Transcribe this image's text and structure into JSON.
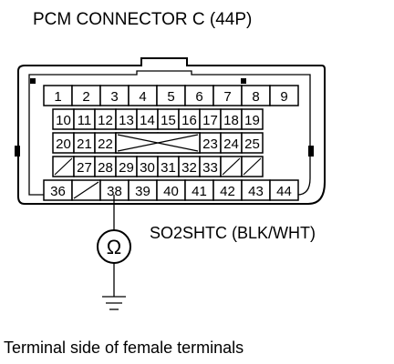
{
  "title": "PCM CONNECTOR C (44P)",
  "connector": {
    "rows": [
      [
        "1",
        "2",
        "3",
        "4",
        "5",
        "6",
        "7",
        "8",
        "9"
      ],
      [
        "10",
        "11",
        "12",
        "13",
        "14",
        "15",
        "16",
        "17",
        "18",
        "19"
      ],
      [
        "20",
        "21",
        "22",
        "",
        "",
        "",
        "",
        "23",
        "24",
        "25"
      ],
      [
        "",
        "27",
        "28",
        "29",
        "30",
        "31",
        "32",
        "33",
        "",
        ""
      ],
      [
        "36",
        "",
        "38",
        "39",
        "40",
        "41",
        "42",
        "43",
        "44"
      ]
    ]
  },
  "probe_pin": "38",
  "meter_symbol": "Ω",
  "wire_label": "SO2SHTC (BLK/WHT)",
  "caption": "Terminal side of female terminals"
}
